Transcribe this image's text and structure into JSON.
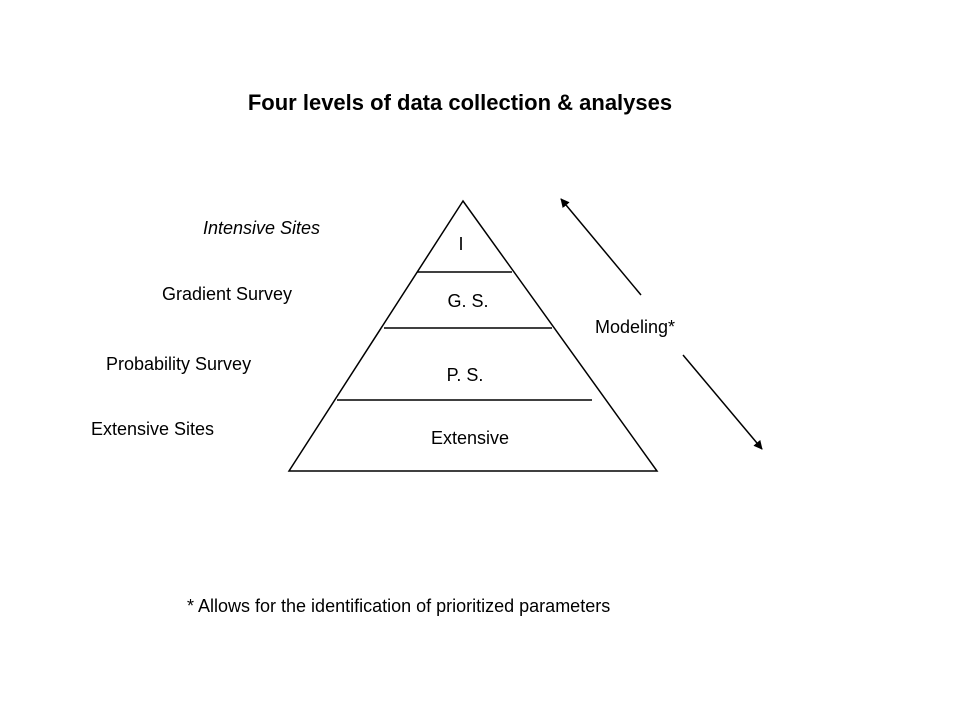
{
  "title": "Four levels of data collection & analyses",
  "side_labels": {
    "intensive": "Intensive Sites",
    "gradient": "Gradient Survey",
    "probability": "Probability Survey",
    "extensive": "Extensive Sites"
  },
  "pyramid_tiers": {
    "intensive": "I",
    "gradient": "G. S.",
    "probability": "P. S.",
    "extensive": "Extensive"
  },
  "modeling_label": "Modeling*",
  "footnote": "* Allows for the identification of prioritized parameters",
  "colors": {
    "ink": "#000000",
    "background": "#ffffff"
  }
}
